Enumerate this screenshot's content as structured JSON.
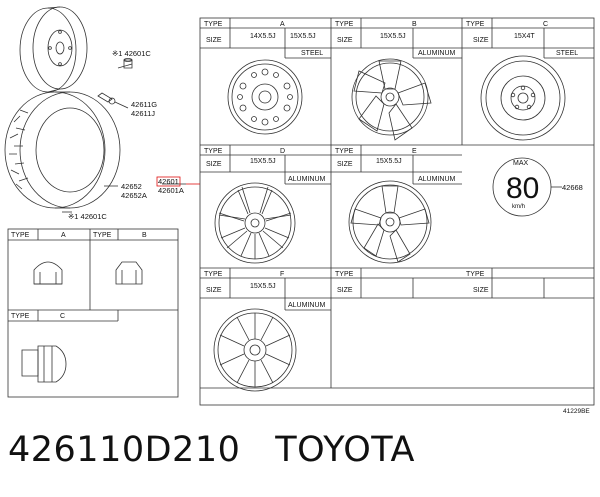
{
  "footer": {
    "part_number": "426110D210",
    "brand": "TOYOTA",
    "drawing_code": "41229BE"
  },
  "callouts": {
    "c_top": "※1 42601C",
    "valve_a": "42611G",
    "valve_b": "42611J",
    "tire_a": "42652",
    "tire_b": "42652A",
    "bottom": "※1 42601C",
    "wheel_a": "42601",
    "wheel_b": "42601A",
    "sign": "42668"
  },
  "labels": {
    "type": "TYPE",
    "size": "SIZE"
  },
  "nut_types": {
    "a": "A",
    "b": "B",
    "c": "C"
  },
  "wheels": {
    "a": {
      "type": "A",
      "size_1": "14X5.5J",
      "size_2": "15X5.5J",
      "material": "STEEL"
    },
    "b": {
      "type": "B",
      "size_1": "15X5.5J",
      "material": "ALUMINUM"
    },
    "c": {
      "type": "C",
      "size_1": "15X4T",
      "material": "STEEL"
    },
    "d": {
      "type": "D",
      "size_1": "15X5.5J",
      "material": "ALUMINUM"
    },
    "e": {
      "type": "E",
      "size_1": "15X5.5J",
      "material": "ALUMINUM"
    },
    "f": {
      "type": "F",
      "size_1": "15X5.5J",
      "material": "ALUMINUM"
    }
  },
  "speed_sign": {
    "top": "MAX",
    "value": "80",
    "unit": "km/h"
  },
  "colors": {
    "line": "#333333",
    "highlight": "#e01010"
  }
}
